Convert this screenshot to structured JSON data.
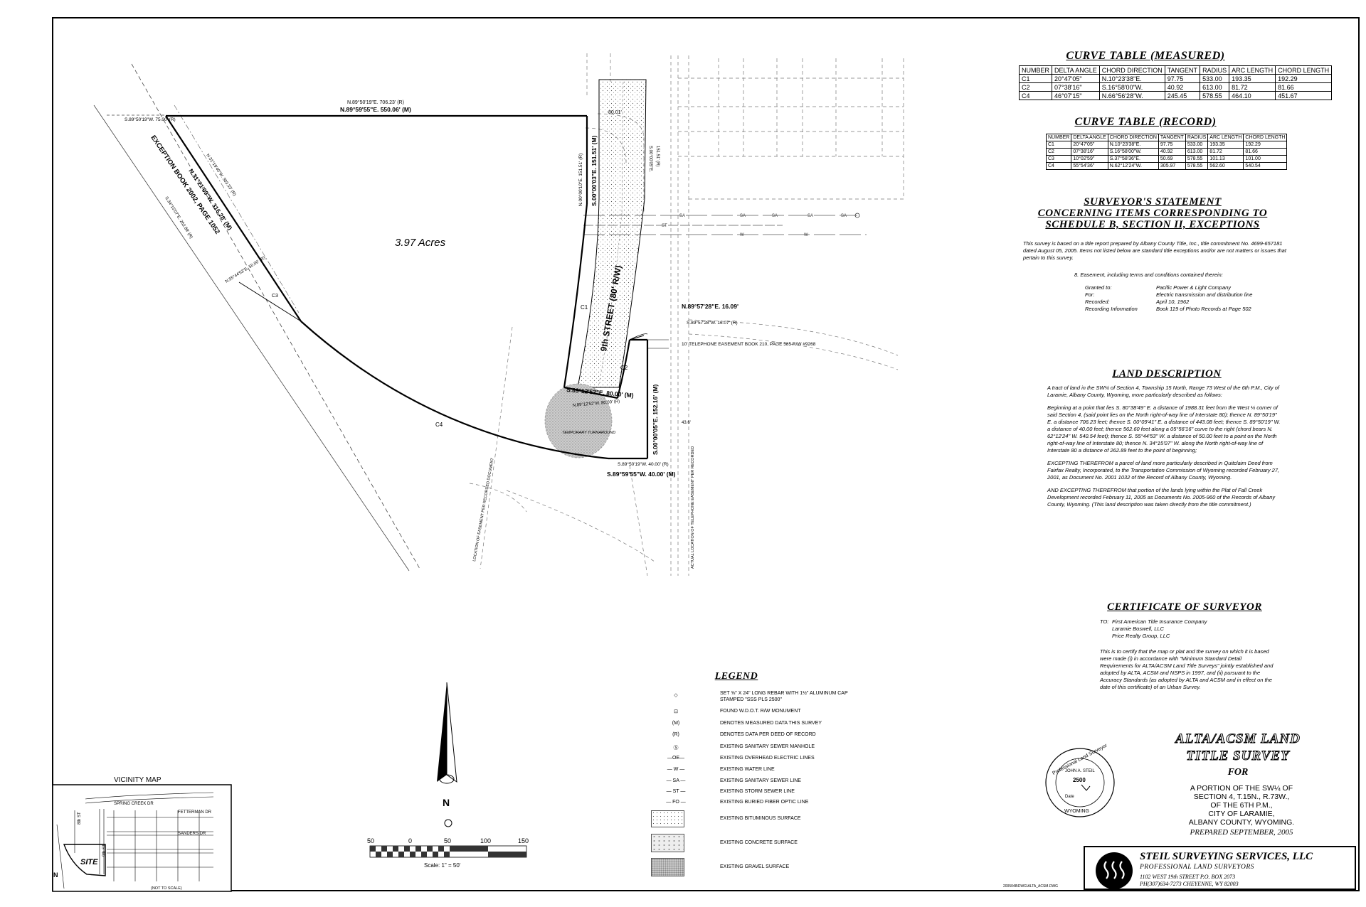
{
  "survey": {
    "acres_label": "3.97 Acres",
    "street_label": "9th STREET (80' R/W)",
    "exception_label": "EXCEPTION BOOK 2002, PAGE 1052",
    "bearings": {
      "north_record": "N.89°50'19\"E. 706.23' (R)",
      "north_measured": "N.89°59'55\"E. 550.06' (M)",
      "west_record": "S.89°50'19\"W. 75.00' (R)",
      "east_top": "S.00°00'03\"E. 151.51' (M)",
      "east_top_record": "N.00°00'10\"E. 151.51' (R)",
      "diag_measured": "N.31°21'09\"W. 316.28' (M)",
      "diag_record": "S.34°15'07\"E. 262.89' (R)",
      "diag_record2": "N.31°19'40\"W. 303.33' (R)",
      "small_record": "N.55°44'53\"E. 50.00' (R)",
      "mid_measured": "N.89°57'28\"E. 16.09'",
      "mid_record": "S.89°57'28\"W. 16.07' (R)",
      "east_bottom": "S.00°00'05\"E. 152.16' (M)",
      "bottom_record": "S.89°50'19\"W. 40.00' (R)",
      "bottom_measured": "S.89°59'55\"W. 40.00' (M)",
      "street_measured": "S.89°12'52\"E. 80.00' (M)",
      "street_record": "N.89°12'52\"W. 80.00' (R)",
      "street_top": "80.01'",
      "easement": "10' TELEPHONE EASEMENT BOOK 210, PAGE 585 R/W #9268",
      "gravel_note": "TEMPORARY TURNAROUND",
      "curve_c1": "C1",
      "curve_c2": "C2",
      "curve_c3": "C3",
      "curve_c4": "C4",
      "utility_sa": "SA",
      "utility_w": "W",
      "utility_st": "ST",
      "lbl_right_r": "S.00°00'05\"E.",
      "lbl_right_r2": "151.51' (R)",
      "lbl_loc1": "LOCATION OF EASEMENT PER RECORDED DOCUMENT",
      "lbl_loc2": "ACTUAL LOCATION OF TELEPHONE EASEMENT PER RECORDED",
      "lbl_tick": "43.6'"
    }
  },
  "curve_table_measured": {
    "title": "CURVE TABLE (MEASURED)",
    "headers": [
      "NUMBER",
      "DELTA ANGLE",
      "CHORD DIRECTION",
      "TANGENT",
      "RADIUS",
      "ARC LENGTH",
      "CHORD LENGTH"
    ],
    "rows": [
      [
        "C1",
        "20°47'05\"",
        "N.10°23'38\"E.",
        "97.75",
        "533.00",
        "193.35",
        "192.29"
      ],
      [
        "C2",
        "07°38'16\"",
        "S.16°58'00\"W.",
        "40.92",
        "613.00",
        "81.72",
        "81.66"
      ],
      [
        "C4",
        "46°07'15\"",
        "N.66°56'28\"W.",
        "245.45",
        "578.55",
        "464.10",
        "451.67"
      ]
    ]
  },
  "curve_table_record": {
    "title": "CURVE TABLE (RECORD)",
    "headers": [
      "NUMBER",
      "DELTA ANGLE",
      "CHORD DIRECTION",
      "TANGENT",
      "RADIUS",
      "ARC LENGTH",
      "CHORD LENGTH"
    ],
    "rows": [
      [
        "C1",
        "20°47'05\"",
        "N.10°23'38\"E.",
        "97.75",
        "533.00",
        "193.35",
        "192.29"
      ],
      [
        "C2",
        "07°38'16\"",
        "S.16°58'00\"W.",
        "40.92",
        "613.00",
        "81.72",
        "81.66"
      ],
      [
        "C3",
        "10°02'59\"",
        "S.37°58'36\"E.",
        "50.69",
        "578.55",
        "101.13",
        "101.00"
      ],
      [
        "C4",
        "55°54'36\"",
        "N.62°12'24\"W.",
        "305.97",
        "578.55",
        "562.60",
        "540.54"
      ]
    ]
  },
  "surveyor_statement": {
    "title_lines": [
      "SURVEYOR'S STATEMENT",
      "CONCERNING ITEMS CORRESPONDING TO",
      "SCHEDULE B, SECTION II, EXCEPTIONS"
    ],
    "intro": "This survey is based on a title report prepared by Albany County Title, Inc., title commitment No. 4699-657181 dated August 05, 2005. Items not listed below are standard title exceptions and/or are not matters or issues that pertain to this survey.",
    "item": "8.   Easement, including terms and conditions contained therein:",
    "fields": [
      {
        "label": "Granted to:",
        "value": "Pacific Power & Light Company"
      },
      {
        "label": "For:",
        "value": "Electric transmission and distribution line"
      },
      {
        "label": "Recorded:",
        "value": "April 10, 1962"
      },
      {
        "label": "Recording Information",
        "value": "Book 119 of Photo Records at Page 502"
      }
    ]
  },
  "land_description": {
    "title": "LAND DESCRIPTION",
    "paragraphs": [
      "A tract of land in the SW¼ of Section 4, Township 15 North, Range 73 West of the 6th P.M., City of Laramie, Albany County, Wyoming, more particularly described as follows:",
      "Beginning at a point that lies S. 80°38'49\" E. a distance of 1988.31 feet from the West ¼ corner of said Section 4, (said point lies on the North right-of-way line of Interstate 80); thence N. 89°50'19\" E. a distance 706.23 feet; thence S. 00°09'41\" E. a distance of 443.08 feet; thence S. 89°50'19\" W. a distance of 40.00 feet; thence 562.60 feet along a 05°56'16\" curve to the right (chord bears N. 62°12'24\" W. 540.54 feet); thence S. 55°44'53\" W. a distance of 50.00 feet to a point on the North right-of-way line of Interstate 80; thence N. 34°15'07\" W. along the North right-of-way line of Interstate 80 a distance of 262.89 feet to the point of beginning;",
      "EXCEPTING THEREFROM a parcel of land more particularly described in Quitclaim Deed from Fairfax Realty, Incorporated, to the Transportation Commission of Wyoming recorded February 27, 2001, as Document No. 2001 1032 of the Record of Albany County, Wyoming.",
      "AND EXCEPTING THEREFROM that portion of the lands lying within the Plat of Fall Creek Development recorded February 11, 2005 as Documents No. 2005-960 of the Records of Albany County, Wyoming. (This land description was taken directly from the title commitment.)"
    ]
  },
  "certificate": {
    "title": "CERTIFICATE OF SURVEYOR",
    "to_label": "TO:",
    "to_lines": [
      "First American Title Insurance Company",
      "Laramie Boswell, LLC",
      "Price Realty Group, LLC"
    ],
    "body": "This is to certify that the map or plat and the survey on which it is based were made (i) in accordance with \"Minimum Standard Detail Requirements for ALTA/ACSM Land Title Surveys\" jointly established and adopted by ALTA, ACSM and NSPS in 1997, and (ii) pursuant to the Accuracy Standards (as adopted by ALTA and ACSM and in effect on the date of this certificate) of an Urban Survey."
  },
  "legend": {
    "title": "LEGEND",
    "items": [
      {
        "symbol": "◇",
        "text": "SET ⅝\" X 24\" LONG REBAR WITH 1½\" ALUMINUM CAP STAMPED \"SSS PLS 2500\""
      },
      {
        "symbol": "⊡",
        "text": "FOUND W.D.O.T. R/W MONUMENT"
      },
      {
        "symbol": "(M)",
        "text": "DENOTES MEASURED DATA THIS SURVEY"
      },
      {
        "symbol": "(R)",
        "text": "DENOTES DATA PER DEED OF RECORD"
      },
      {
        "symbol": "Ⓢ",
        "text": "EXISTING SANITARY SEWER MANHOLE"
      },
      {
        "symbol": "—OE—",
        "text": "EXISTING OVERHEAD ELECTRIC LINES"
      },
      {
        "symbol": "— W —",
        "text": "EXISTING WATER LINE"
      },
      {
        "symbol": "— SA —",
        "text": "EXISTING SANITARY SEWER LINE"
      },
      {
        "symbol": "— ST —",
        "text": "EXISTING STORM SEWER LINE"
      },
      {
        "symbol": "— FO —",
        "text": "EXISTING BURIED FIBER OPTIC LINE"
      },
      {
        "symbol": "",
        "text": "EXISTING BITUMINOUS SURFACE"
      },
      {
        "symbol": "",
        "text": "EXISTING CONCRETE SURFACE"
      },
      {
        "symbol": "",
        "text": "EXISTING GRAVEL SURFACE"
      }
    ]
  },
  "scale_bar": {
    "ticks": [
      "50",
      "0",
      "50",
      "100",
      "150"
    ],
    "caption": "Scale: 1\" = 50'"
  },
  "north_label": "N",
  "vicinity_map": {
    "title": "VICINITY MAP",
    "streets": [
      "SPRING CREEK DR",
      "FETTERMAN DR",
      "SANDERS DR",
      "9th ST",
      "8th ST"
    ],
    "site_label": "SITE",
    "note": "(NOT TO SCALE)",
    "north": "N"
  },
  "title_block": {
    "line1": "ALTA/ACSM LAND",
    "line2": "TITLE SURVEY",
    "line3": "FOR",
    "description": [
      "A PORTION OF THE SW¼ OF",
      "SECTION 4, T.15N., R.73W.,",
      "OF THE 6TH P.M.,",
      "CITY OF LARAMIE,",
      "ALBANY COUNTY, WYOMING."
    ],
    "prepared": "PREPARED SEPTEMBER, 2005",
    "company": "STEIL SURVEYING SERVICES, LLC",
    "tagline": "PROFESSIONAL LAND SURVEYORS",
    "address1": "1102 WEST 19th STREET   P.O. BOX 2073",
    "address2": "PH(307)634-7273   CHEYENNE, WY 82003",
    "file_ref": "2005048\\DWG\\ALTA_ACSM.DWG"
  },
  "seal": {
    "top": "Professional Land Surveyor",
    "name": "JOHN A. STEIL",
    "number": "2500",
    "date_label": "Date",
    "state": "WYOMING"
  }
}
